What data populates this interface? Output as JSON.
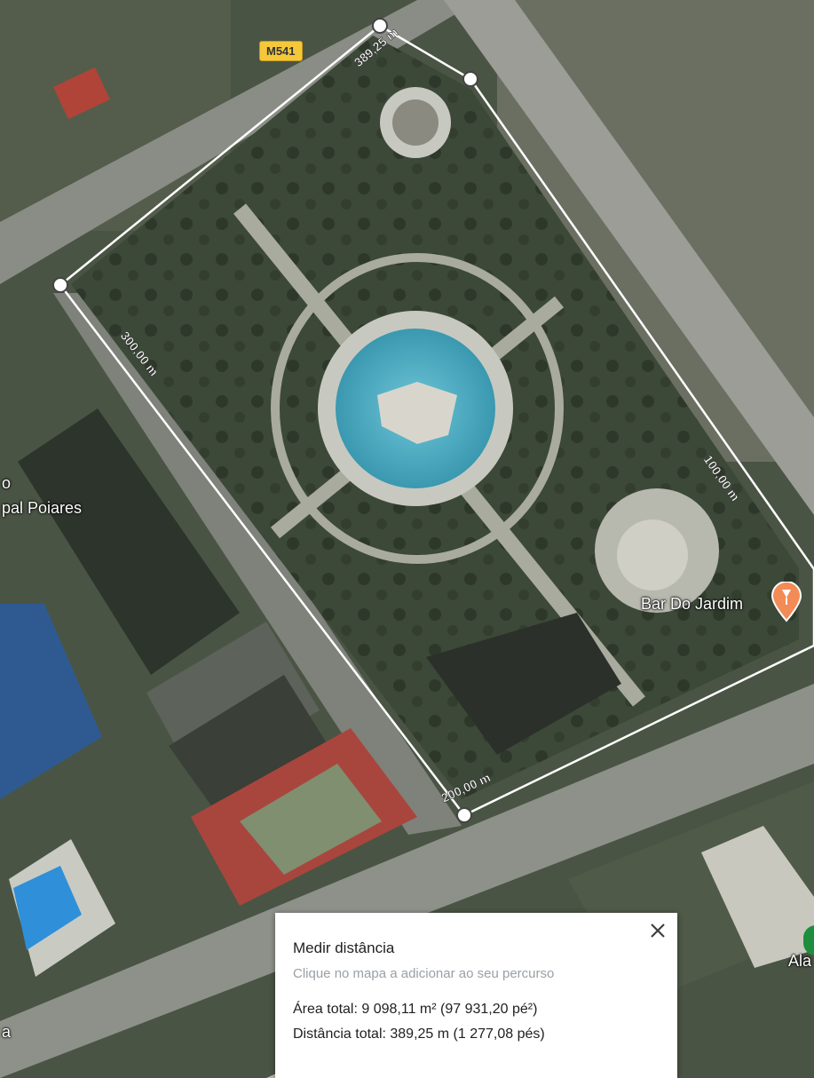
{
  "map": {
    "road_shield": "M541",
    "labels": {
      "left_top": "o",
      "left_bottom": "pal Poiares",
      "bar": "Bar Do Jardim",
      "right_edge": "Ala",
      "bottom_left": "a"
    },
    "segment_labels": [
      "389,25 m",
      "300,00 m",
      "100,00 m",
      "200,00 m"
    ],
    "colors": {
      "measure_line": "#ffffff",
      "poi_marker": "#f28b55",
      "road_shield": "#f5c83a",
      "fountain": "#4fb0c6",
      "tennis_court": "#a8463e"
    },
    "icons": {
      "poi": "restaurant-pin-icon",
      "close": "close-icon"
    }
  },
  "panel": {
    "title": "Medir distância",
    "hint": "Clique no mapa a adicionar ao seu percurso",
    "area": "Área total: 9 098,11 m² (97 931,20 pé²)",
    "distance": "Distância total: 389,25 m (1 277,08 pés)"
  }
}
